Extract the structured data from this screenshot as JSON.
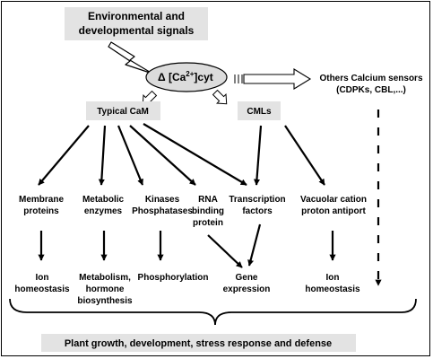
{
  "signal_box": [
    "Environmental and",
    "developmental signals"
  ],
  "calcium": {
    "prefix": "Δ [Ca",
    "sup": "2+",
    "suffix": "]cyt"
  },
  "others": [
    "Others Calcium sensors",
    "(CDPKs, CBL,...)"
  ],
  "cam": "Typical CaM",
  "cmls": "CMLs",
  "targets": {
    "membrane": [
      "Membrane",
      "proteins"
    ],
    "metabolic": [
      "Metabolic",
      "enzymes"
    ],
    "kinases": [
      "Kinases",
      "Phosphatases"
    ],
    "rna": [
      "RNA",
      "binding",
      "protein"
    ],
    "transcription": [
      "Transcription",
      "factors"
    ],
    "vacuolar": [
      "Vacuolar cation",
      "proton antiport"
    ]
  },
  "outcomes": {
    "ion1": [
      "Ion",
      "homeostasis"
    ],
    "metabolism": [
      "Metabolism,",
      "hormone",
      "biosynthesis"
    ],
    "phos": [
      "Phosphorylation"
    ],
    "gene": [
      "Gene",
      "expression"
    ],
    "ion2": [
      "Ion",
      "homeostasis"
    ]
  },
  "bottom": "Plant growth, development, stress response and defense"
}
